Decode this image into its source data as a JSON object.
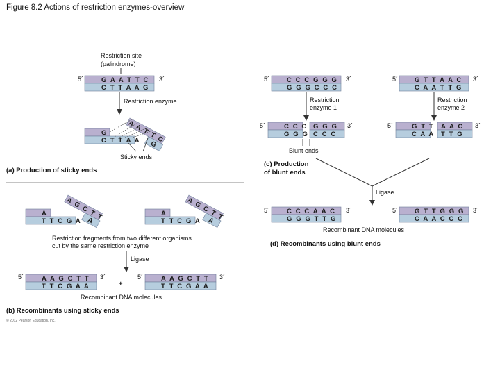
{
  "figure_title": "Figure 8.2  Actions of restriction enzymes-overview",
  "colors": {
    "strand_top": "#b9b0cf",
    "strand_bottom": "#b6cdde",
    "strand_border": "#6f7f99",
    "arrow": "#333333",
    "divider": "#888888"
  },
  "panel_a": {
    "site_label_1": "Restriction site",
    "site_label_2": "(palindrome)",
    "five_prime": "5´",
    "three_prime": "3´",
    "top_seq": "G A A T T C",
    "bottom_seq": "C T T A A G",
    "enzyme_label": "Restriction enzyme",
    "frag_top": "G",
    "frag_bottom": "C T T A A",
    "diag_top": "A A T T C",
    "diag_bottom": "G",
    "sticky_label": "Sticky ends",
    "caption": "(a) Production of sticky ends"
  },
  "panel_b": {
    "frag_letters": "A G C T T",
    "frag_tail": "A",
    "left_top": "A",
    "left_bottom": "T T C G A",
    "right_top": "A",
    "right_bottom": "T T C G A",
    "description_1": "Restriction fragments from two different organisms",
    "description_2": "cut by the same restriction enzyme",
    "ligase_label": "Ligase",
    "five_prime": "5´",
    "three_prime": "3´",
    "rec_top": "A A G C T T",
    "rec_bottom": "T T C G A A",
    "plus": "+",
    "recombinant_label": "Recombinant DNA molecules",
    "caption": "(b) Recombinants using sticky ends"
  },
  "panel_c": {
    "five_prime": "5´",
    "three_prime": "3´",
    "left_top": "C C C G G G",
    "left_bottom": "G G G C C C",
    "right_top": "G T T A A C",
    "right_bottom": "C A A T T G",
    "enzyme1_1": "Restriction",
    "enzyme1_2": "enzyme 1",
    "enzyme2_1": "Restriction",
    "enzyme2_2": "enzyme 2",
    "cut_left_top_a": "C C C",
    "cut_left_top_b": "G G G",
    "cut_left_bottom_a": "G G G",
    "cut_left_bottom_b": "C C C",
    "cut_right_top_a": "G T T",
    "cut_right_top_b": "A A C",
    "cut_right_bottom_a": "C A A",
    "cut_right_bottom_b": "T T G",
    "blunt_label": "Blunt ends",
    "caption_1": "(c) Production",
    "caption_2": "of blunt ends"
  },
  "panel_d": {
    "ligase_label": "Ligase",
    "five_prime": "5´",
    "three_prime": "3´",
    "left_top": "C C C A A C",
    "left_bottom": "G G G T T G",
    "right_top": "G T T G G G",
    "right_bottom": "C A A C C C",
    "recombinant_label": "Recombinant DNA molecules",
    "caption": "(d) Recombinants using blunt ends"
  },
  "copyright": "© 2012 Pearson Education, Inc."
}
